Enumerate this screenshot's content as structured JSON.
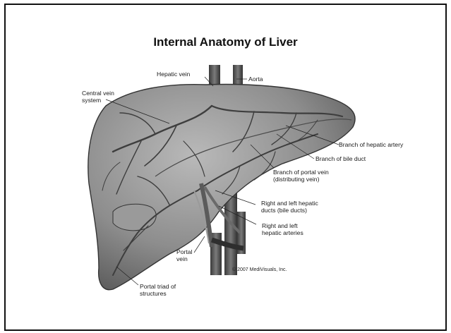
{
  "title": "Internal Anatomy of Liver",
  "labels": {
    "hepatic_vein": "Hepatic vein",
    "aorta": "Aorta",
    "central_vein_system": "Central vein\nsystem",
    "branch_hepatic_artery": "Branch of hepatic artery",
    "branch_bile_duct": "Branch of bile duct",
    "branch_portal_vein": "Branch of portal vein\n(distributing vein)",
    "right_left_hepatic_ducts": "Right and left hepatic\nducts (bile ducts)",
    "right_left_hepatic_arteries": "Right and left\nhepatic arteries",
    "portal_vein": "Portal\nvein",
    "portal_triad": "Portal triad of\nstructures"
  },
  "copyright": "© 2007 MediVisuals, Inc."
}
